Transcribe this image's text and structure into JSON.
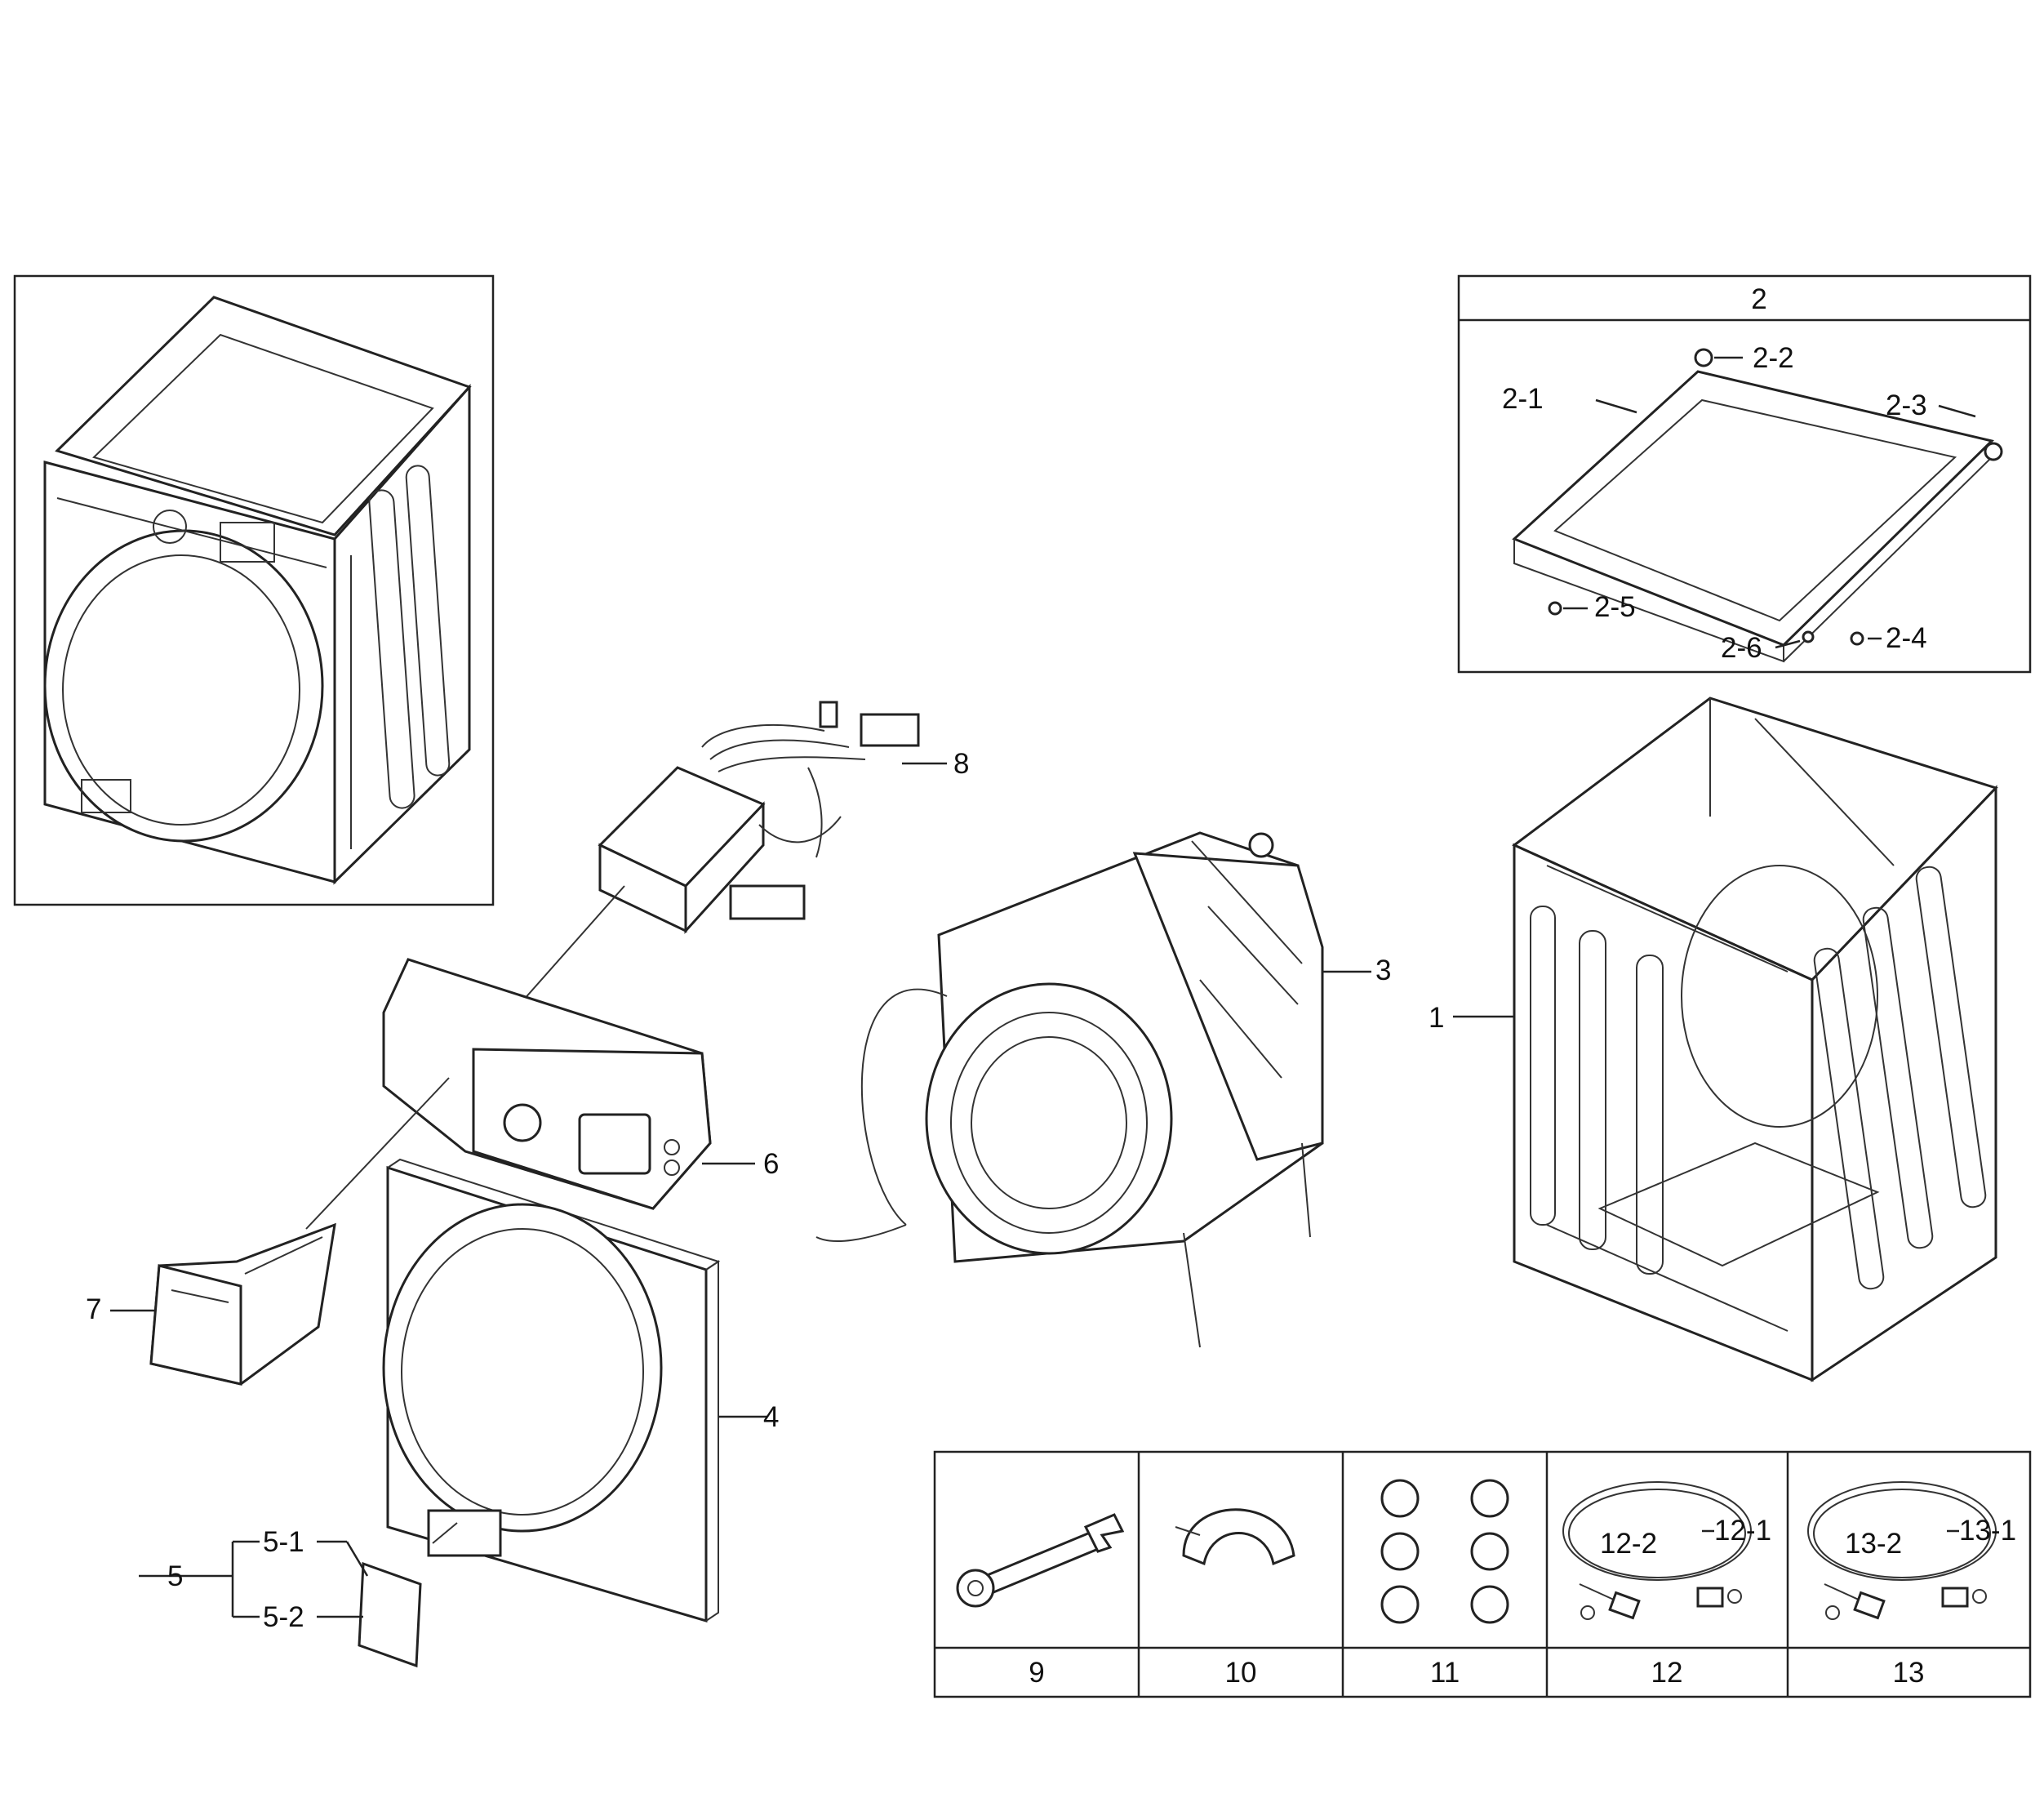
{
  "labels": {
    "p1": "1",
    "p2": "2",
    "p2_1": "2-1",
    "p2_2": "2-2",
    "p2_3": "2-3",
    "p2_4": "2-4",
    "p2_5": "2-5",
    "p2_6": "2-6",
    "p3": "3",
    "p4": "4",
    "p5": "5",
    "p5_1": "5-1",
    "p5_2": "5-2",
    "p6": "6",
    "p7": "7",
    "p8": "8",
    "p12_1": "12-1",
    "p12_2": "12-2",
    "p13_1": "13-1",
    "p13_2": "13-2"
  },
  "accessory_table": [
    "9",
    "10",
    "11",
    "12",
    "13"
  ]
}
